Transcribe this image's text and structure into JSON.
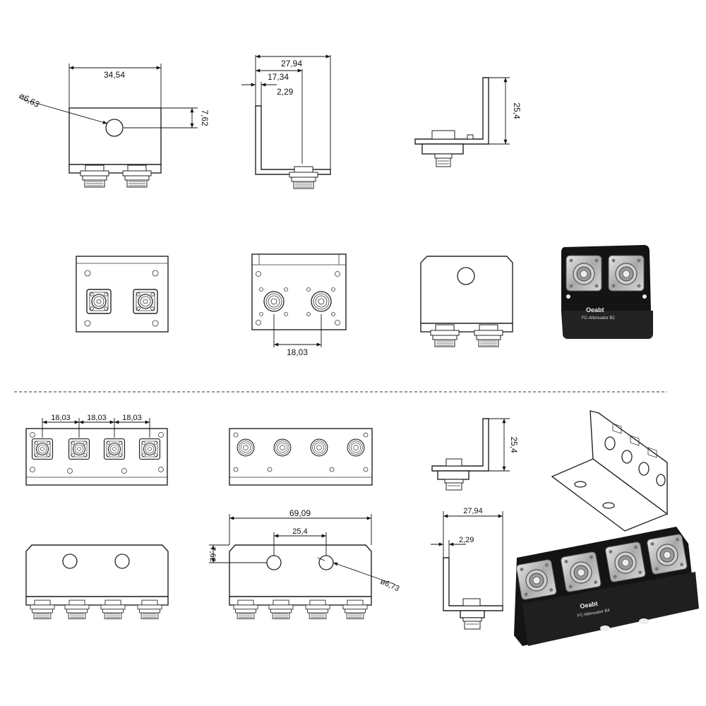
{
  "dimensions": {
    "width_b2": "34,54",
    "hole_dia_b2": "ø6,63",
    "hole_offset_b2": "7,62",
    "side_total": "27,94",
    "side_mid": "17,34",
    "side_thick": "2,29",
    "height_b2": "25,4",
    "pitch_b2": "18,03",
    "pitch_b4_1": "18,03",
    "pitch_b4_2": "18,03",
    "pitch_b4_3": "18,03",
    "height_b4": "25,4",
    "width_b4": "69,09",
    "hole_pitch_b4": "25,4",
    "hole_offset_b4": "7,62",
    "hole_dia_b4": "ø6,73",
    "side_total_b4": "27,94",
    "side_thick_b4": "2,29"
  },
  "products": {
    "b2_brand": "Oeabt",
    "b2_model": "FC-Attenuator B2",
    "b4_brand": "Oeabt",
    "b4_model": "FC-Attenuator B4"
  },
  "colors": {
    "line": "#222222",
    "bracket_black": "#141414",
    "metal": "#b9b9b9"
  }
}
